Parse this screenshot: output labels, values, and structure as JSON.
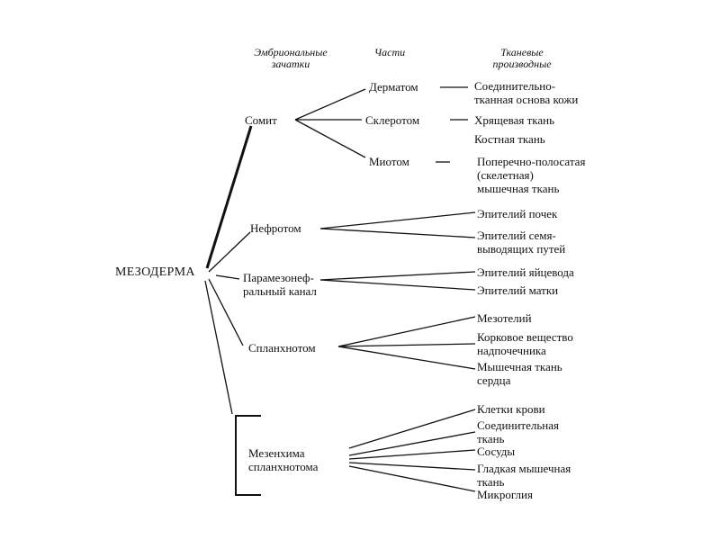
{
  "headers": {
    "embryonic": [
      "Эмбриональные",
      "зачатки"
    ],
    "parts": "Части",
    "tissues": [
      "Тканевые",
      "производные"
    ]
  },
  "root": "МЕЗОДЕРМА",
  "somit": {
    "label": "Сомит",
    "parts": {
      "dermatom": "Дерматом",
      "sklerotom": "Склеротом",
      "miotom": "Миотом"
    },
    "derivatives": {
      "dermatom": [
        "Соединительно-",
        "тканная основа кожи"
      ],
      "sklerotom_1": "Хрящевая ткань",
      "sklerotom_2": "Костная ткань",
      "miotom": [
        "Поперечно-полосатая",
        "(скелетная)",
        "мышечная ткань"
      ]
    }
  },
  "nefrotom": {
    "label": "Нефротом",
    "derivatives": [
      "Эпителий почек",
      [
        "Эпителий семя-",
        "выводящих путей"
      ]
    ]
  },
  "paramesonephral": {
    "label": [
      "Парамезонеф-",
      "ральный канал"
    ],
    "derivatives": [
      "Эпителий яйцевода",
      "Эпителий матки"
    ]
  },
  "splanchnotom": {
    "label": "Спланхнотом",
    "derivatives": [
      "Мезотелий",
      [
        "Корковое вещество",
        "надпочечника"
      ],
      [
        "Мышечная ткань",
        "сердца"
      ]
    ]
  },
  "mesenchyme": {
    "label": [
      "Мезенхима",
      "спланхнотома"
    ],
    "derivatives": [
      "Клетки крови",
      [
        "Соединительная",
        "ткань"
      ],
      "Сосуды",
      [
        "Гладкая мышечная",
        "ткань"
      ],
      "Микроглия"
    ]
  }
}
